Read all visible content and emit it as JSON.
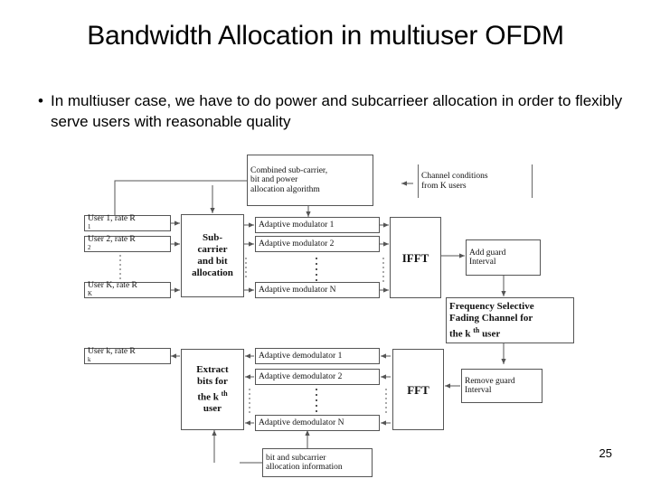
{
  "slide": {
    "title": "Bandwidth Allocation in multiuser OFDM",
    "bullet_marker": "•",
    "bullet_text": "In multiuser case, we have to do power and subcarrieer allocation in order to flexibly serve users with reasonable quality",
    "page_number": "25"
  },
  "diagram": {
    "name": "multiuser-ofdm-block-diagram",
    "blocks": {
      "combined_algorithm": "Combined sub-carrier,\nbit and power\nallocation algorithm",
      "channel_conditions": "Channel conditions\nfrom K users",
      "user1": "User 1, rate R",
      "user1_sub": "1",
      "user2": "User 2, rate R",
      "user2_sub": "2",
      "userK": "User K, rate R",
      "userK_sub": "K",
      "subcarrier_bit_allocation": "Sub-\ncarrier\nand bit\nallocation",
      "modulator1": "Adaptive  modulator 1",
      "modulator2": "Adaptive  modulator 2",
      "modulatorN": "Adaptive  modulator N",
      "ifft": "IFFT",
      "add_guard": "Add guard\nInterval",
      "fading_channel_line1": "Frequency Selective",
      "fading_channel_line2": "Fading Channel for",
      "fading_channel_line3a": "the k ",
      "fading_channel_line3b": "th",
      "fading_channel_line3c": " user",
      "userk_lower": "User k, rate R",
      "userk_lower_sub": "k",
      "extract_line1": "Extract",
      "extract_line2": "bits for",
      "extract_line3a": "the k ",
      "extract_line3b": "th",
      "extract_line4": "user",
      "demodulator1": "Adaptive demodulator 1",
      "demodulator2": "Adaptive demodulator 2",
      "demodulatorN": "Adaptive demodulator N",
      "fft": "FFT",
      "remove_guard": "Remove guard\nInterval",
      "bit_subcarrier_info": "bit and subcarrier\nallocation information"
    },
    "colors": {
      "line": "#555555",
      "box_border": "#555555",
      "text": "#111111",
      "background": "#ffffff"
    }
  }
}
